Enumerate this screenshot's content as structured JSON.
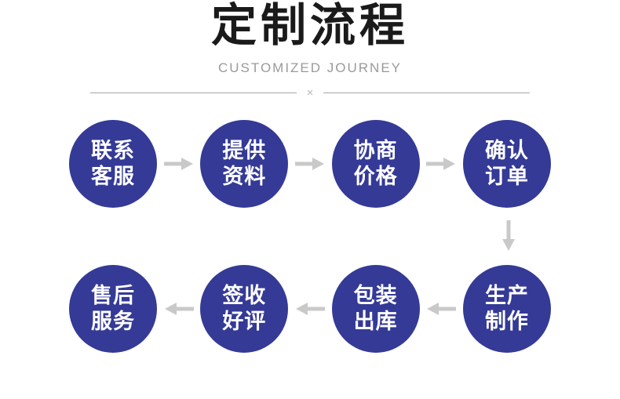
{
  "header": {
    "title": "定制流程",
    "subtitle": "CUSTOMIZED JOURNEY",
    "divider_mark": "×"
  },
  "colors": {
    "circle_fill": "#343a96",
    "circle_text": "#ffffff",
    "arrow": "#c9c9c9",
    "title_text": "#1a1a1a",
    "subtitle_text": "#9a9a9a",
    "divider_line": "#a6a6a6",
    "x_mark": "#b5bac0"
  },
  "flow": {
    "top_row": [
      {
        "line1": "联系",
        "line2": "客服"
      },
      {
        "line1": "提供",
        "line2": "资料"
      },
      {
        "line1": "协商",
        "line2": "价格"
      },
      {
        "line1": "确认",
        "line2": "订单"
      }
    ],
    "bottom_row": [
      {
        "line1": "售后",
        "line2": "服务"
      },
      {
        "line1": "签收",
        "line2": "好评"
      },
      {
        "line1": "包装",
        "line2": "出库"
      },
      {
        "line1": "生产",
        "line2": "制作"
      }
    ]
  }
}
